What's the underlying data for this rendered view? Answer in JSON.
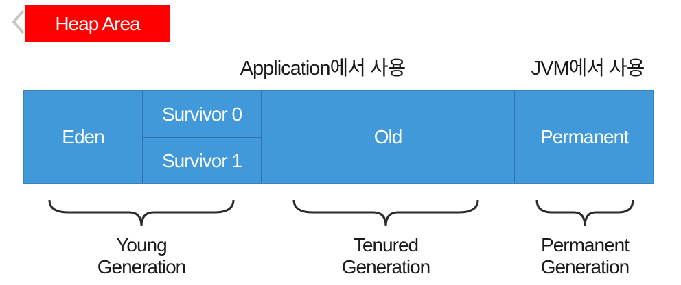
{
  "header": {
    "title": "Heap Area",
    "back_icon": "chevron-left-icon",
    "title_bg_color": "#ff0000"
  },
  "usage_labels": {
    "application": "Application에서 사용",
    "jvm": "JVM에서 사용"
  },
  "heap_bar": {
    "color": "#4299d9",
    "eden": "Eden",
    "survivor0": "Survivor 0",
    "survivor1": "Survivor 1",
    "old": "Old",
    "permanent": "Permanent"
  },
  "generations": {
    "young": {
      "line1": "Young",
      "line2": "Generation"
    },
    "tenured": {
      "line1": "Tenured",
      "line2": "Generation"
    },
    "permanent": {
      "line1": "Permanent",
      "line2": "Generation"
    }
  }
}
